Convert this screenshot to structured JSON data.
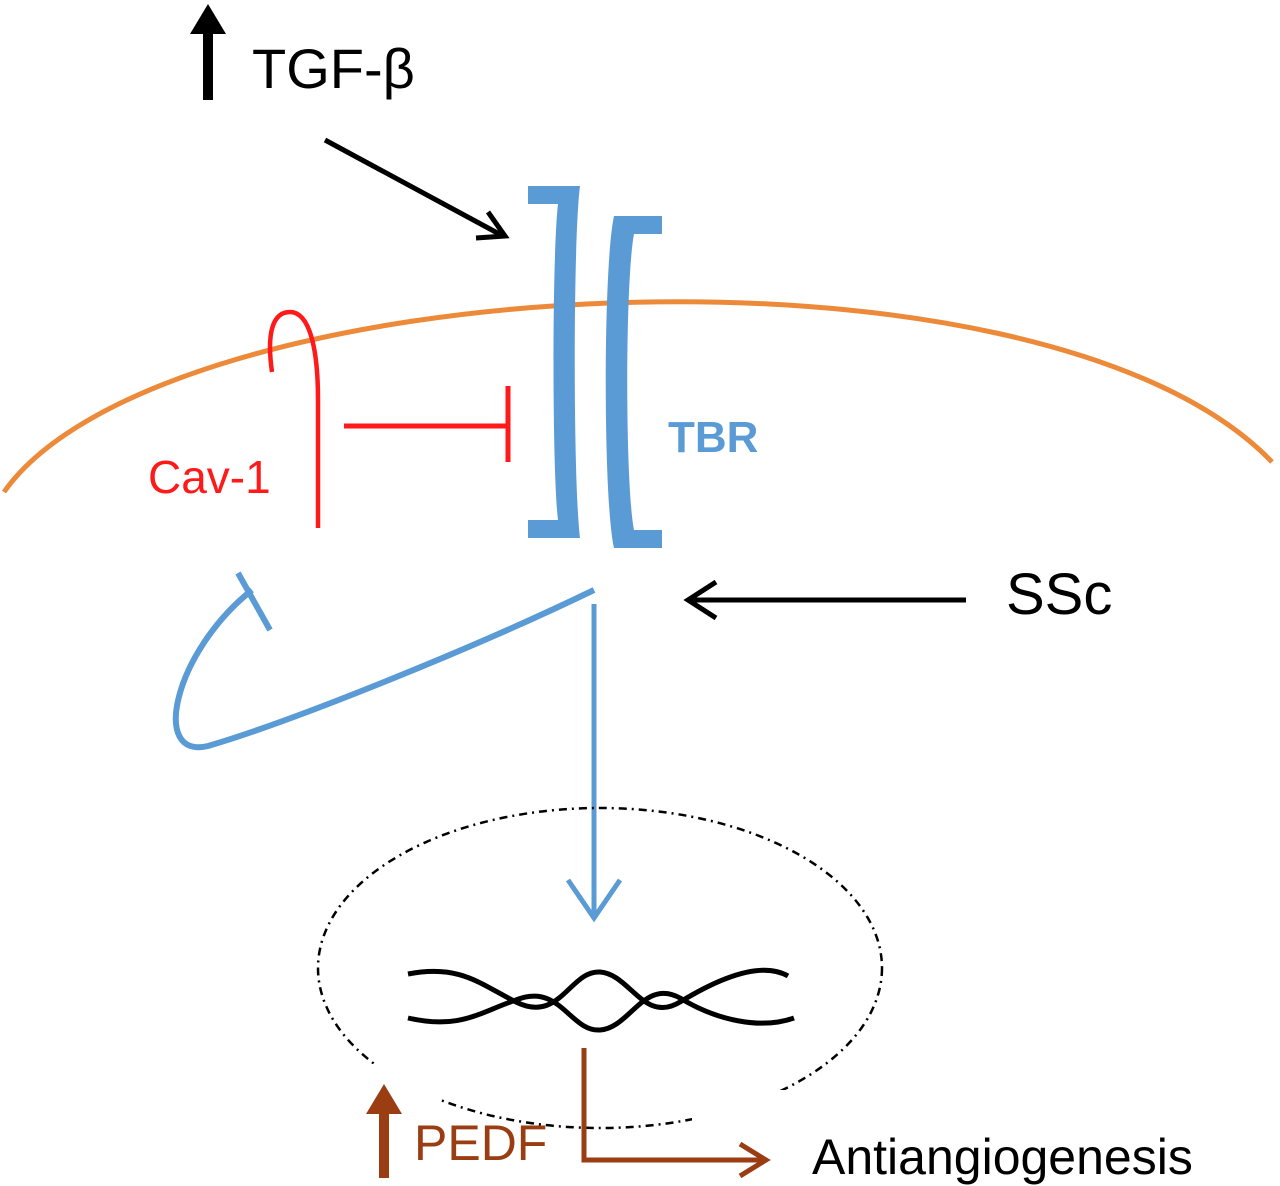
{
  "labels": {
    "tgf": "TGF-β",
    "tbr": "TBR",
    "cav": "Cav-1",
    "ssc": "SSc",
    "pedf": "PEDF",
    "antiangio": "Antiangiogenesis"
  },
  "colors": {
    "black": "#000000",
    "receptor_blue": "#5b9bd5",
    "membrane_orange": "#ed8a3a",
    "cav_red": "#ff1a1a",
    "pedf_brown": "#9a3d12"
  },
  "icons": {
    "up_arrow_tgf": "up-arrow-icon",
    "up_arrow_pedf": "up-arrow-icon",
    "dna": "dna-helix-icon"
  }
}
